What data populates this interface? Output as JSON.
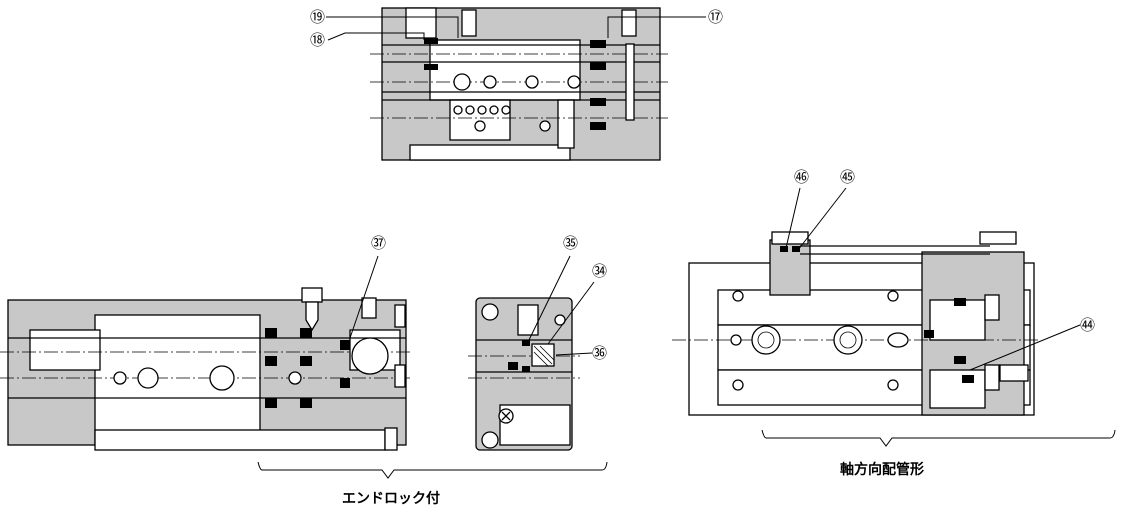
{
  "callouts": {
    "c19": "⑲",
    "c18": "⑱",
    "c17": "⑰",
    "c37": "㊲",
    "c35": "㉟",
    "c34": "㉞",
    "c36": "㊱",
    "c46": "㊻",
    "c45": "㊺",
    "c44": "㊹"
  },
  "captions": {
    "end_lock": "エンドロック付",
    "axial_piping": "軸方向配管形"
  }
}
